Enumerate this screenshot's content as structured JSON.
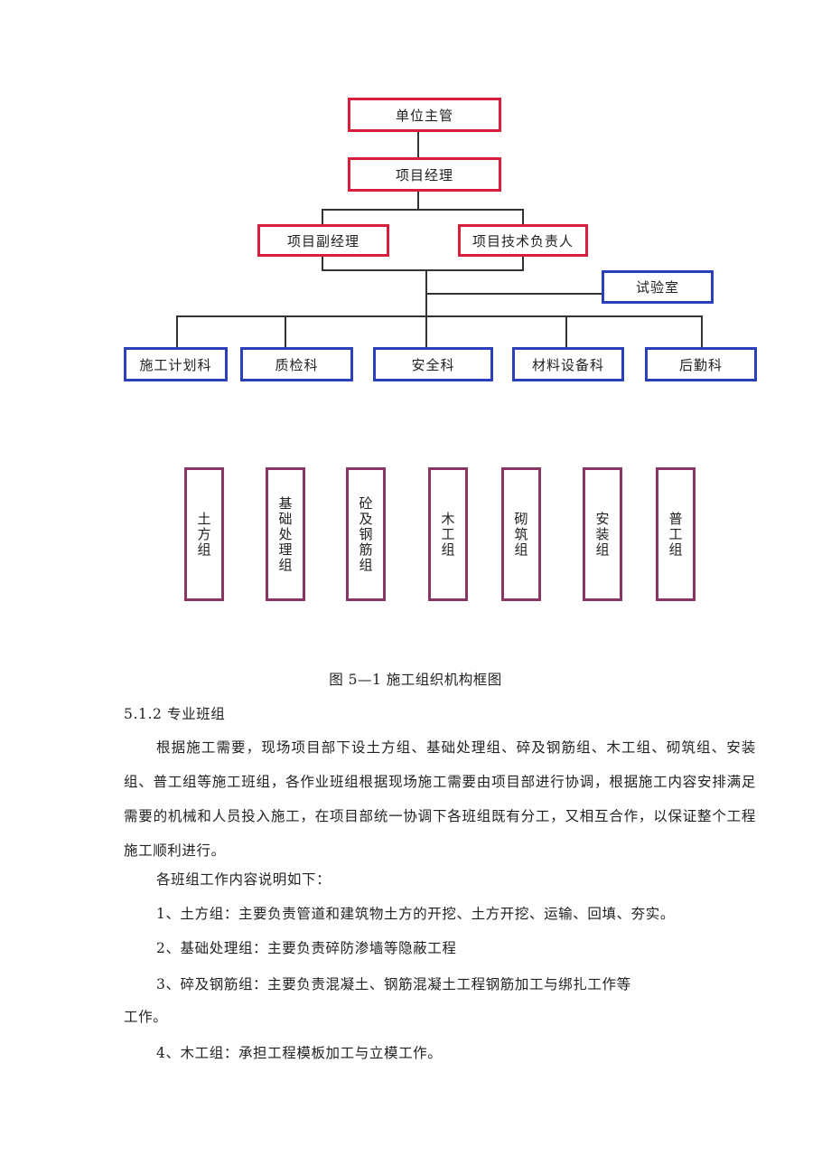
{
  "org_chart": {
    "top": "单位主管",
    "manager": "项目经理",
    "deputy": "项目副经理",
    "tech_lead": "项目技术负责人",
    "lab": "试验室",
    "departments": [
      "施工计划科",
      "质检科",
      "安全科",
      "材料设备科",
      "后勤科"
    ],
    "teams": [
      "土方组",
      "基础处理组",
      "砼及钢筋组",
      "木工组",
      "砌筑组",
      "安装组",
      "普工组"
    ]
  },
  "caption": "图 5—1 施工组织机构框图",
  "section_heading": "5.1.2 专业班组",
  "paragraphs": {
    "intro": "根据施工需要，现场项目部下设土方组、基础处理组、碎及钢筋组、木工组、砌筑组、安装组、普工组等施工班组，各作业班组根据现场施工需要由项目部进行协调，根据施工内容安排满足需要的机械和人员投入施工，在项目部统一协调下各班组既有分工，又相互合作，以保证整个工程施工顺利进行。",
    "lead": "各班组工作内容说明如下：",
    "item1": "1、土方组：主要负责管道和建筑物土方的开挖、土方开挖、运输、回填、夯实。",
    "item2": "2、基础处理组：主要负责碎防渗墙等隐蔽工程",
    "item3": "3、碎及钢筋组：主要负责混凝土、钢筋混凝土工程钢筋加工与绑扎工作等",
    "item3_cont": "工作。",
    "item4": "4、木工组：承担工程模板加工与立模工作。"
  }
}
